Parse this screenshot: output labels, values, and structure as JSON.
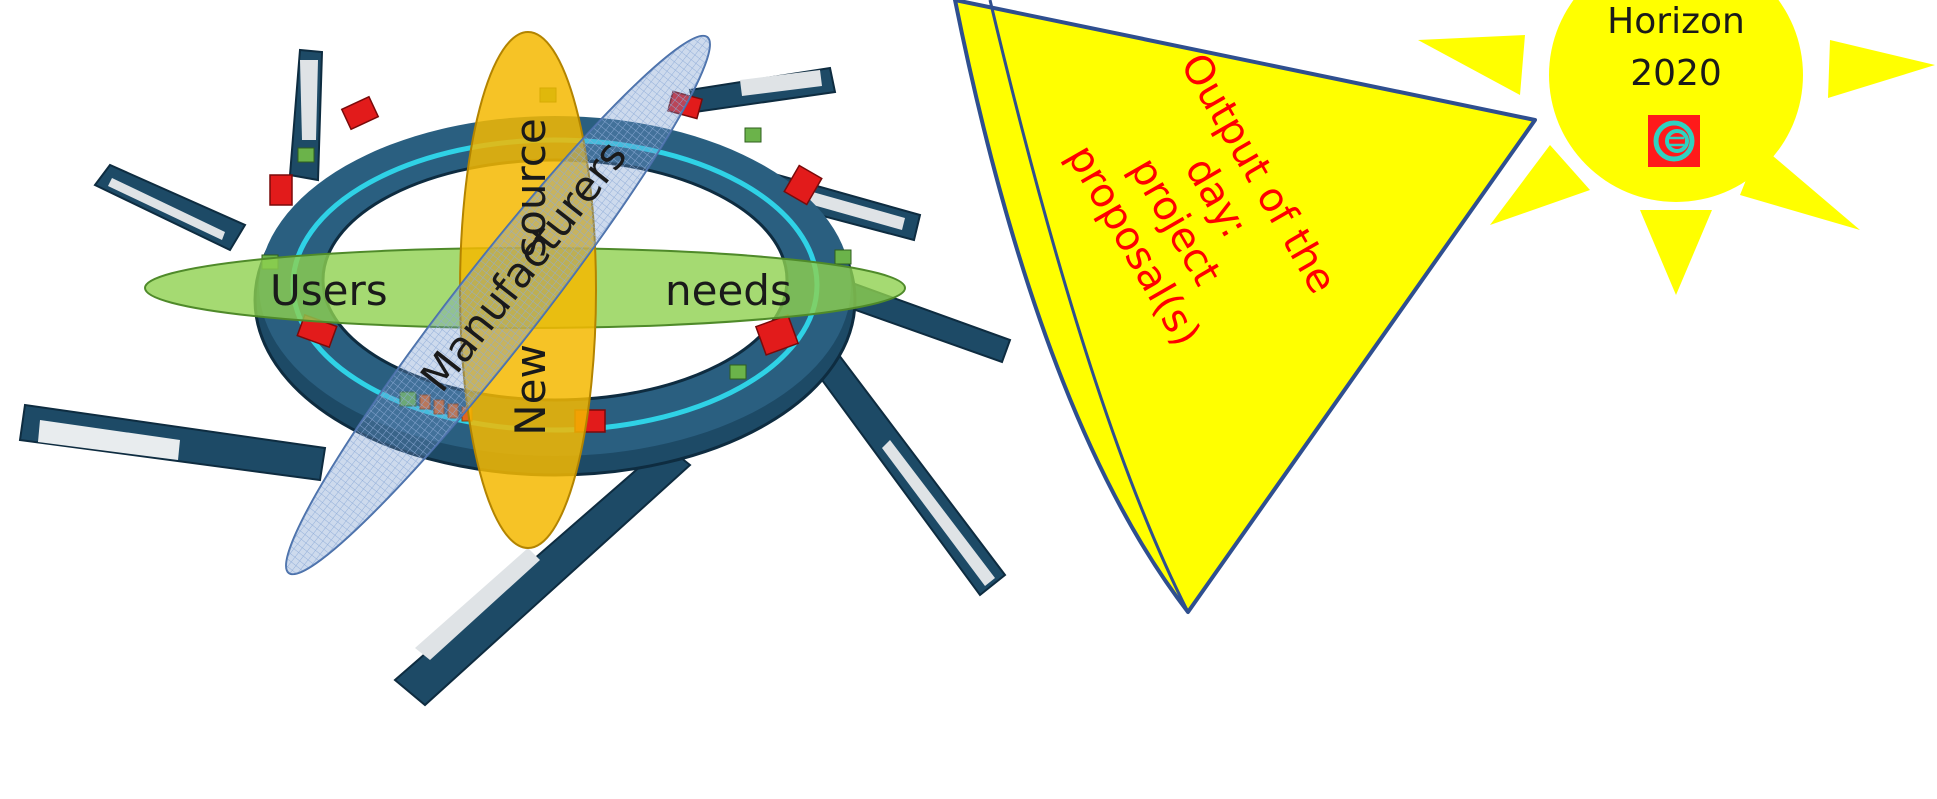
{
  "ellipse_labels": {
    "users": "Users",
    "needs": "needs",
    "manufacturers": "Manufacturers",
    "new": "New",
    "source": "source"
  },
  "output": {
    "line1": "Output of the",
    "line2": "day:",
    "line3": "project",
    "line4": "proposal(s)"
  },
  "sun": {
    "line1": "Horizon",
    "line2": "2020"
  },
  "colors": {
    "ring": "#1d4a66",
    "beam_line": "#2fd2e6",
    "magnet": "#e21b1b",
    "green_ellipse": "#8fd14f",
    "orange_ellipse": "#f5b800",
    "blue_ellipse": "#6f95cc",
    "triangle": "#ffff00",
    "triangle_outline": "#2f4f8f",
    "output_text": "#ff0000",
    "sun": "#ffff00",
    "logo": "#ff1a1a"
  },
  "icons": [
    "synchrotron-facility",
    "euro-sign-icon"
  ]
}
